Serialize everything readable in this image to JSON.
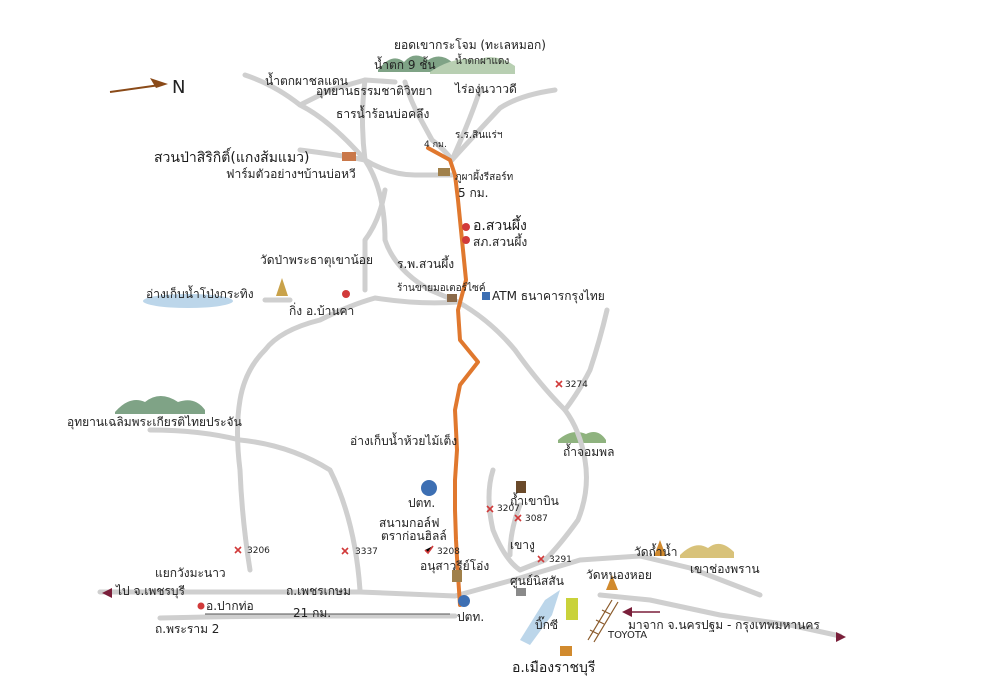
{
  "colors": {
    "road": "#cfcfcf",
    "road_edge": "#b9b9b9",
    "route": "#e0782e",
    "arrow": "#7a1f3a",
    "north_arrow": "#8a4a18",
    "water": "#bcd6ea",
    "hill": "#7fa386",
    "hill_light": "#b8cfb2",
    "cross": "#d13a3a"
  },
  "north_label": "N",
  "labels": {
    "p01": "ยอดเขากระโจม (ทะเลหมอก)",
    "p02": "น้ำตก 9 ชั้น",
    "p03": "น้ำตกผาแดง",
    "p04": "น้ำตกผาชลแดน",
    "p05": "อุทยานธรรมชาติวิทยา",
    "p06": "ไร่องุ่นวาวดี",
    "p07": "ธารน้ำร้อนบ่อคลึง",
    "p08": "ร.ร.สินแร่ฯ",
    "p09": "4 กม.",
    "p10": "สวนป่าสิริกิติ์(แกงส้มแมว)",
    "p11": "ฟาร์มตัวอย่างฯบ้านบ่อหวี",
    "p12": "ภูผาผึ้งรีสอร์ท",
    "p13": "5 กม.",
    "p14": "อ.สวนผึ้ง",
    "p15": "สภ.สวนผึ้ง",
    "p16": "วัดป่าพระธาตุเขาน้อย",
    "p17": "ร.พ.สวนผึ้ง",
    "p18": "ร้านขายมอเตอร์ไซค์",
    "p19": "ATM ธนาคารกรุงไทย",
    "p20": "อ่างเก็บน้ำโป่งกระทิง",
    "p21": "กิ่ง อ.บ้านคา",
    "p22": "3274",
    "p23": "อุทยานเฉลิมพระเกียรติไทยประจัน",
    "p24": "อ่างเก็บน้ำห้วยไม้เต็ง",
    "p25": "ถ้ำจอมพล",
    "p26": "ปตท.",
    "p27": "ถ้ำเขาบิน",
    "p28": "3207",
    "p29": "3087",
    "p30": "สนามกอล์ฟ",
    "p31": "ตราก่อนฮิลล์",
    "p32": "3208",
    "p33": "เขางู",
    "p34": "3291",
    "p35": "วัดถ้ำน้ำ",
    "p36": "3206",
    "p37": "3337",
    "p38": "อนุสาวรีย์โอ่ง",
    "p39": "ศูนย์นิสสัน",
    "p40": "วัดหนองหอย",
    "p41": "เขาช่องพราน",
    "p42": "แยกวังมะนาว",
    "p43": "ไป จ.เพชรบุรี",
    "p44": "ถ.เพชรเกษม",
    "p45": "อ.ปากท่อ",
    "p46": "21 กม.",
    "p47": "ปตท.",
    "p48": "บิ๊กซี",
    "p49": "มาจาก จ.นครปฐม - กรุงเทพมหานคร",
    "p50": "TOYOTA",
    "p51": "ถ.พระราม 2",
    "p52": "อ.เมืองราชบุรี"
  }
}
